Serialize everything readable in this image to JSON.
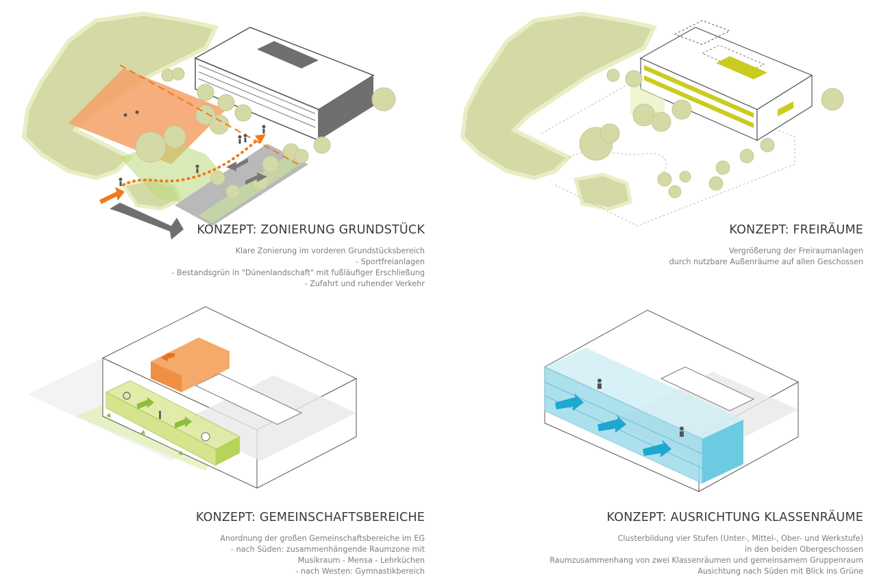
{
  "panels": [
    {
      "title": "KONZEPT: ZONIERUNG GRUNDSTÜCK",
      "lines": [
        "Klare Zonierung im vorderen Grundstücksbereich",
        "- Sportfreianlagen",
        "- Bestandsgrün in \"Dünenlandschaft\" mit fußläufiger Erschließung",
        "- Zufahrt und ruhender Verkehr"
      ]
    },
    {
      "title": "KONZEPT: FREIRÄUME",
      "lines": [
        "Vergrößerung der Freiraumanlagen",
        "durch nutzbare Außenräume auf allen Geschossen"
      ]
    },
    {
      "title": "KONZEPT: GEMEINSCHAFTSBEREICHE",
      "lines": [
        "Anordnung der großen Gemeinschaftsbereiche im EG",
        "- nach Süden: zusammenhängende Raumzone mit",
        "Musikraum - Mensa - Lehrküchen",
        "- nach Westen: Gymnastikbereich"
      ]
    },
    {
      "title": "KONZEPT: AUSRICHTUNG KLASSENRÄUME",
      "lines": [
        "Clusterbildung vier Stufen (Unter-, Mittel-, Ober- und Werkstufe)",
        "in den beiden Obergeschossen",
        "Raumzusammenhang von zwei Klassenräumen und gemeinsamem Gruppenraum",
        "Ausichtung nach Süden mit Blick ins Grüne"
      ]
    }
  ],
  "colors": {
    "vegetation": "#d5d9a6",
    "vegetation_edge": "#e8eec4",
    "sports_field": "#f4a066",
    "green_accent": "#b9d97a",
    "path_orange": "#f07a1a",
    "building_dark": "#6f6f6f",
    "building_light": "#ffffff",
    "road": "#b9b9b9",
    "balcony_yellow": "#c9cc1e",
    "community_orange": "#f5a96a",
    "community_green": "#dfe9a0",
    "classroom_blue": "#8fd6e6",
    "arrow_blue": "#1ea7cf",
    "text_title": "#3a3a3a",
    "text_body": "#7d7d7d"
  }
}
